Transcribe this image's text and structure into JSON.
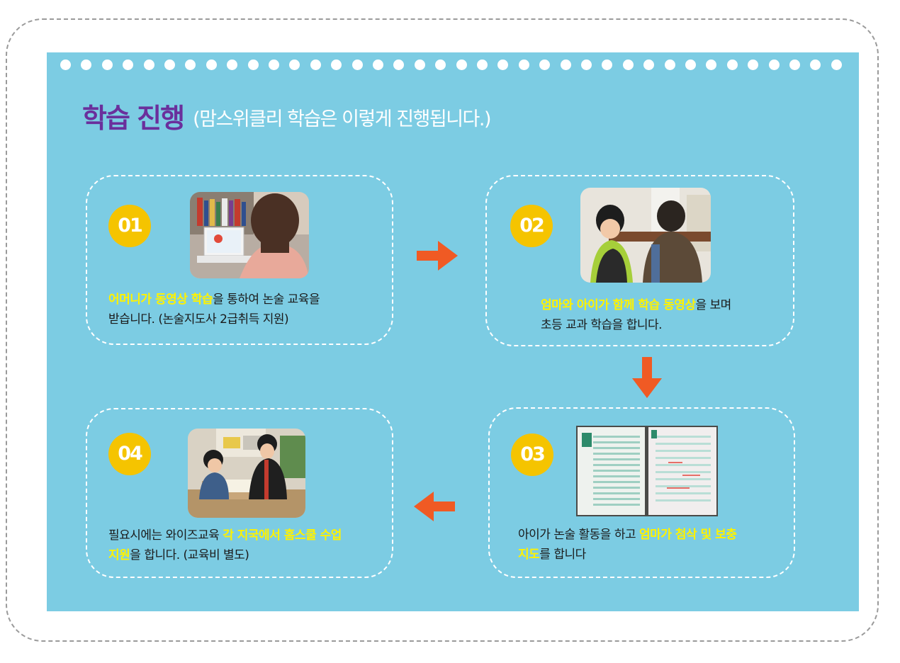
{
  "title": {
    "main": "학습 진행",
    "sub": "(맘스위클리 학습은 이렇게 진행됩니다.)"
  },
  "steps": [
    {
      "number": "01",
      "caption_line1": [
        {
          "text": "어머니가 동영상 학습",
          "highlight": true
        },
        {
          "text": "을  통하여 논술 교육을",
          "highlight": false
        }
      ],
      "caption_line2": [
        {
          "text": "받습니다.  (논술지도사 2급취득 지원)",
          "highlight": false
        }
      ]
    },
    {
      "number": "02",
      "caption_line1": [
        {
          "text": "엄마와 아이가 함께 학습 동영상",
          "highlight": true
        },
        {
          "text": "을 보며",
          "highlight": false
        }
      ],
      "caption_line2": [
        {
          "text": "초등 교과 학습을 합니다.",
          "highlight": false
        }
      ]
    },
    {
      "number": "03",
      "caption_line1": [
        {
          "text": "아이가 논술 활동을 하고 ",
          "highlight": false
        },
        {
          "text": "엄마가  첨삭 및 보충",
          "highlight": true
        }
      ],
      "caption_line2": [
        {
          "text": "지도",
          "highlight": true
        },
        {
          "text": "를 합니다",
          "highlight": false
        }
      ]
    },
    {
      "number": "04",
      "caption_line1": [
        {
          "text": "필요시에는 와이즈교육 ",
          "highlight": false
        },
        {
          "text": "각 지국에서 홈스쿨 수업",
          "highlight": true
        }
      ],
      "caption_line2": [
        {
          "text": "지원",
          "highlight": true
        },
        {
          "text": "을 합니다. (교육비 별도)",
          "highlight": false
        }
      ]
    }
  ],
  "colors": {
    "panel_bg": "#7ccce3",
    "title_purple": "#6a2f9c",
    "badge_yellow": "#f5c400",
    "highlight_yellow": "#fff200",
    "arrow_orange": "#f05a24"
  },
  "icons": {
    "arrows": [
      "arrow-right-icon",
      "arrow-down-icon",
      "arrow-left-icon"
    ]
  }
}
